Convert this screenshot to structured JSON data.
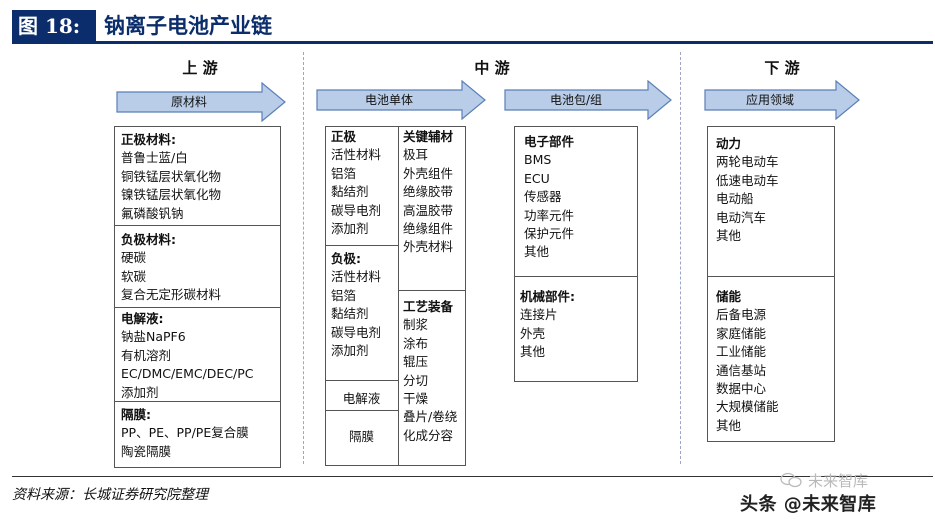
{
  "title": {
    "label": "图 18:",
    "text": "钠离子电池产业链"
  },
  "sections": {
    "upstream": "上 游",
    "midstream": "中 游",
    "downstream": "下 游"
  },
  "arrows": {
    "raw_materials": "原材料",
    "cell": "电池单体",
    "pack": "电池包/组",
    "applications": "应用领域"
  },
  "upstream": {
    "cathode": {
      "head": "正极材料",
      "items": [
        "普鲁士蓝/白",
        "铜铁锰层状氧化物",
        "镍铁锰层状氧化物",
        "氟磷酸钒钠"
      ]
    },
    "anode": {
      "head": "负极材料",
      "items": [
        "硬碳",
        "软碳",
        "复合无定形碳材料"
      ]
    },
    "electrolyte": {
      "head": "电解液",
      "items": [
        "钠盐NaPF6",
        "有机溶剂",
        "EC/DMC/EMC/DEC/PC",
        "添加剂"
      ]
    },
    "separator": {
      "head": "隔膜",
      "items": [
        "PP、PE、PP/PE复合膜",
        "陶瓷隔膜"
      ]
    }
  },
  "cell": {
    "positive": {
      "head": "正极",
      "items": [
        "活性材料",
        "铝箔",
        "黏结剂",
        "碳导电剂",
        "添加剂"
      ]
    },
    "negative": {
      "head": "负极",
      "items": [
        "活性材料",
        "铝箔",
        "黏结剂",
        "碳导电剂",
        "添加剂"
      ]
    },
    "electrolyte": "电解液",
    "separator": "隔膜",
    "key_materials": {
      "head": "关键辅材",
      "items": [
        "极耳",
        "外壳组件",
        "绝缘胶带",
        "高温胶带",
        "绝缘组件",
        "外壳材料"
      ]
    },
    "process_equipment": {
      "head": "工艺装备",
      "items": [
        "制浆",
        "涂布",
        "辊压",
        "分切",
        "干燥",
        "叠片/卷绕",
        "化成分容"
      ]
    }
  },
  "pack": {
    "electronic": {
      "head": "电子部件",
      "items": [
        "BMS",
        "ECU",
        "传感器",
        "功率元件",
        "保护元件",
        "其他"
      ]
    },
    "mechanical": {
      "head": "机械部件",
      "items": [
        "连接片",
        "外壳",
        "其他"
      ]
    }
  },
  "applications": {
    "power": {
      "head": "动力",
      "items": [
        "两轮电动车",
        "低速电动车",
        "电动船",
        "电动汽车",
        "其他"
      ]
    },
    "storage": {
      "head": "储能",
      "items": [
        "后备电源",
        "家庭储能",
        "工业储能",
        "通信基站",
        "数据中心",
        "大规模储能",
        "其他"
      ]
    }
  },
  "footer": {
    "source": "资料来源：长城证券研究院整理",
    "watermark_top": "未来智库",
    "watermark_bottom": "头条 @未来智库"
  },
  "colors": {
    "title_bg": "#0b2d6b",
    "arrow_fill": "#b9cde8",
    "arrow_stroke": "#5a7fb8"
  }
}
